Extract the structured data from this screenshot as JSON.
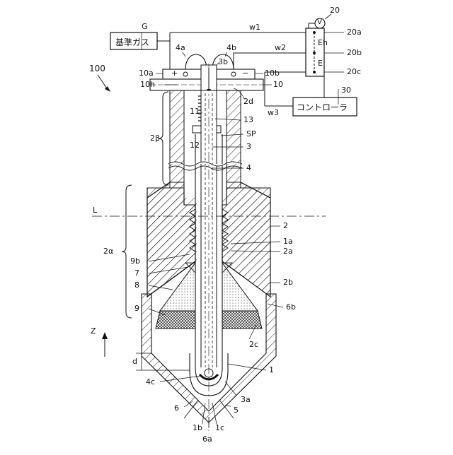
{
  "diagram": {
    "figure_number": "100",
    "reference_gas_box": {
      "code": "G",
      "label": "基準ガス"
    },
    "controller_box": {
      "code": "30",
      "label": "コントローラ"
    },
    "circuit": {
      "code": "20",
      "meter_symbol": "V",
      "terminals": [
        "20a",
        "20b",
        "20c"
      ],
      "voltages": [
        "Eh",
        "E"
      ]
    },
    "wires": [
      "w1",
      "w2",
      "w3"
    ],
    "axis_label": "Z",
    "line_label": "L",
    "dimension_label": "d",
    "labels": {
      "l4a": "4a",
      "l4b": "4b",
      "l3b": "3b",
      "l10a": "10a",
      "l10b": "10b",
      "l10h": "10h",
      "l10": "10",
      "l2d": "2d",
      "l11": "11",
      "l12": "12",
      "l13": "13",
      "lSP": "SP",
      "l3": "3",
      "l4": "4",
      "l2beta": "2β",
      "l2alpha": "2α",
      "l2": "2",
      "l1a": "1a",
      "l2a": "2a",
      "l9b": "9b",
      "l7": "7",
      "l8": "8",
      "l2b": "2b",
      "l9": "9",
      "l6b": "6b",
      "l2c": "2c",
      "l1": "1",
      "l4c": "4c",
      "l3a": "3a",
      "l6": "6",
      "l5": "5",
      "l1b": "1b",
      "l1c": "1c",
      "l6a": "6a"
    },
    "terminal_signs": {
      "plus": "+",
      "minus": "−"
    }
  }
}
